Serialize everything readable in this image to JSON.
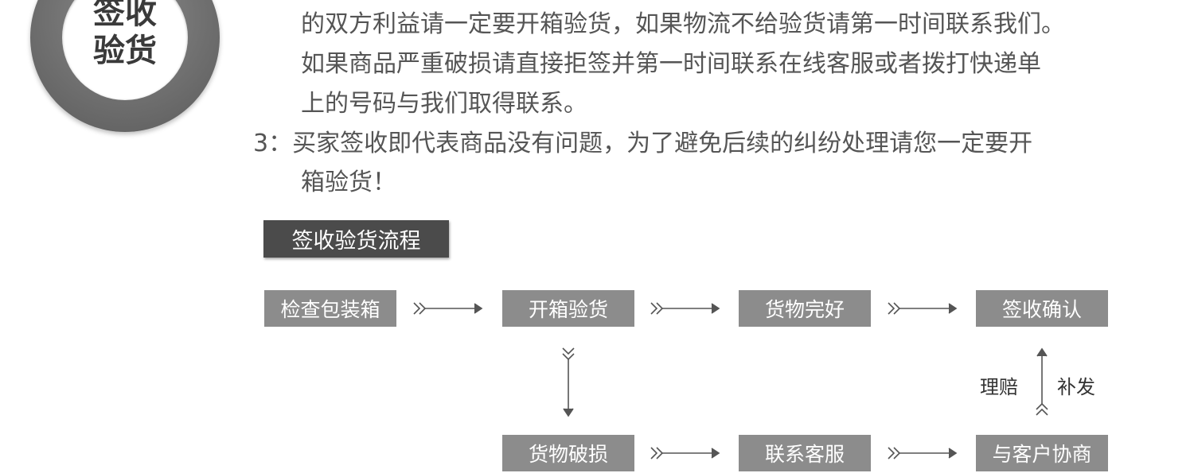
{
  "badge": {
    "line1": "签收",
    "line2": "验货"
  },
  "paragraphs": [
    "的双方利益请一定要开箱验货，如果物流不给验货请第一时间联系我们。",
    "如果商品严重破损请直接拒签并第一时间联系在线客服或者拨打快递单",
    "上的号码与我们取得联系。",
    "3：买家签收即代表商品没有问题，为了避免后续的纠纷处理请您一定要开",
    "箱验货！"
  ],
  "flow": {
    "title": "签收验货流程",
    "row1": [
      "检查包装箱",
      "开箱验货",
      "货物完好",
      "签收确认"
    ],
    "row2": [
      "货物破损",
      "联系客服",
      "与客户协商"
    ],
    "side_left": "理赔",
    "side_right": "补发"
  }
}
